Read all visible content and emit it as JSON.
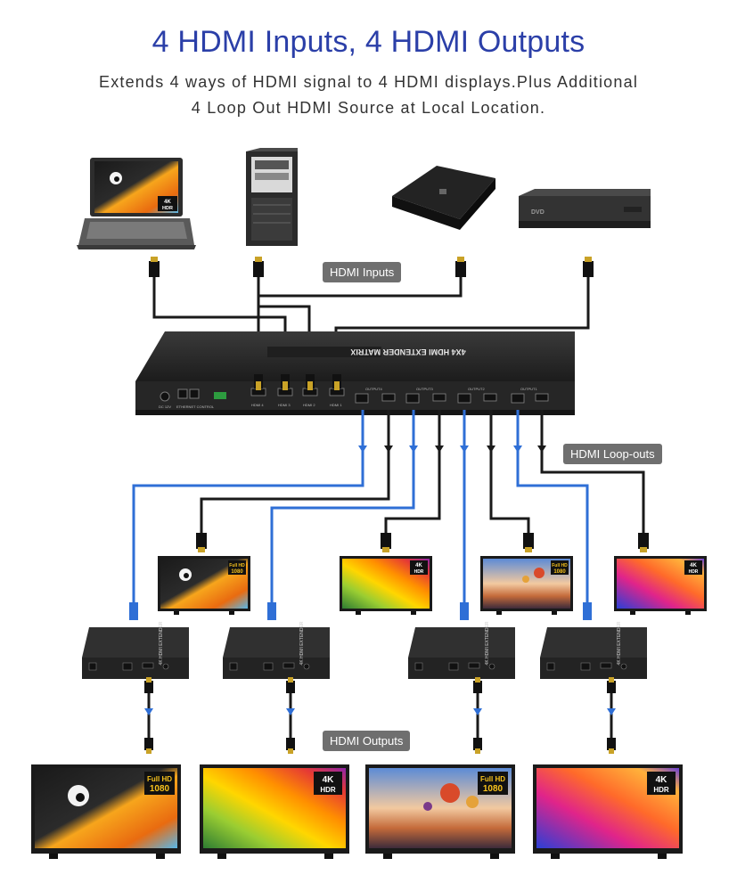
{
  "header": {
    "title": "4 HDMI Inputs, 4 HDMI Outputs",
    "subtitle_line1": "Extends 4 ways of HDMI signal to 4 HDMI displays.Plus Additional",
    "subtitle_line2": "4 Loop Out HDMI Source at Local Location."
  },
  "labels": {
    "inputs": "HDMI Inputs",
    "loopouts": "HDMI Loop-outs",
    "outputs": "HDMI Outputs"
  },
  "device": {
    "top_label": "4X4 HDMI EXTENDER MATRIX",
    "ports": [
      "DC 12V",
      "ETHERNET CONTROL",
      "HDMI 4",
      "HDMI 3",
      "HDMI 2",
      "HDMI 1"
    ],
    "output_groups": [
      "OUTPUT4",
      "OUTPUT3",
      "OUTPUT2",
      "OUTPUT1"
    ]
  },
  "sources": [
    {
      "name": "laptop",
      "badge_line1": "4K",
      "badge_line2": "HDR"
    },
    {
      "name": "pc-tower"
    },
    {
      "name": "media-box"
    },
    {
      "name": "dvd-player",
      "text": "DVD"
    }
  ],
  "loop_displays": [
    {
      "badge_line1": "Full HD",
      "badge_line2": "1080"
    },
    {
      "badge_line1": "4K",
      "badge_line2": "HDR"
    },
    {
      "badge_line1": "Full HD",
      "badge_line2": "1080"
    },
    {
      "badge_line1": "4K",
      "badge_line2": "HDR"
    }
  ],
  "output_displays": [
    {
      "badge_line1": "Full HD",
      "badge_line2": "1080"
    },
    {
      "badge_line1": "4K",
      "badge_line2": "HDR"
    },
    {
      "badge_line1": "Full HD",
      "badge_line2": "1080"
    },
    {
      "badge_line1": "4K",
      "badge_line2": "HDR"
    }
  ],
  "receiver": {
    "label": "4K HDMI EXTENDER"
  },
  "colors": {
    "title": "#2b3fa8",
    "cable_black": "#1a1a1a",
    "cable_blue": "#2f6fd6",
    "device_body": "#2a2a2a",
    "badge_bg": "#6f6f6f"
  }
}
